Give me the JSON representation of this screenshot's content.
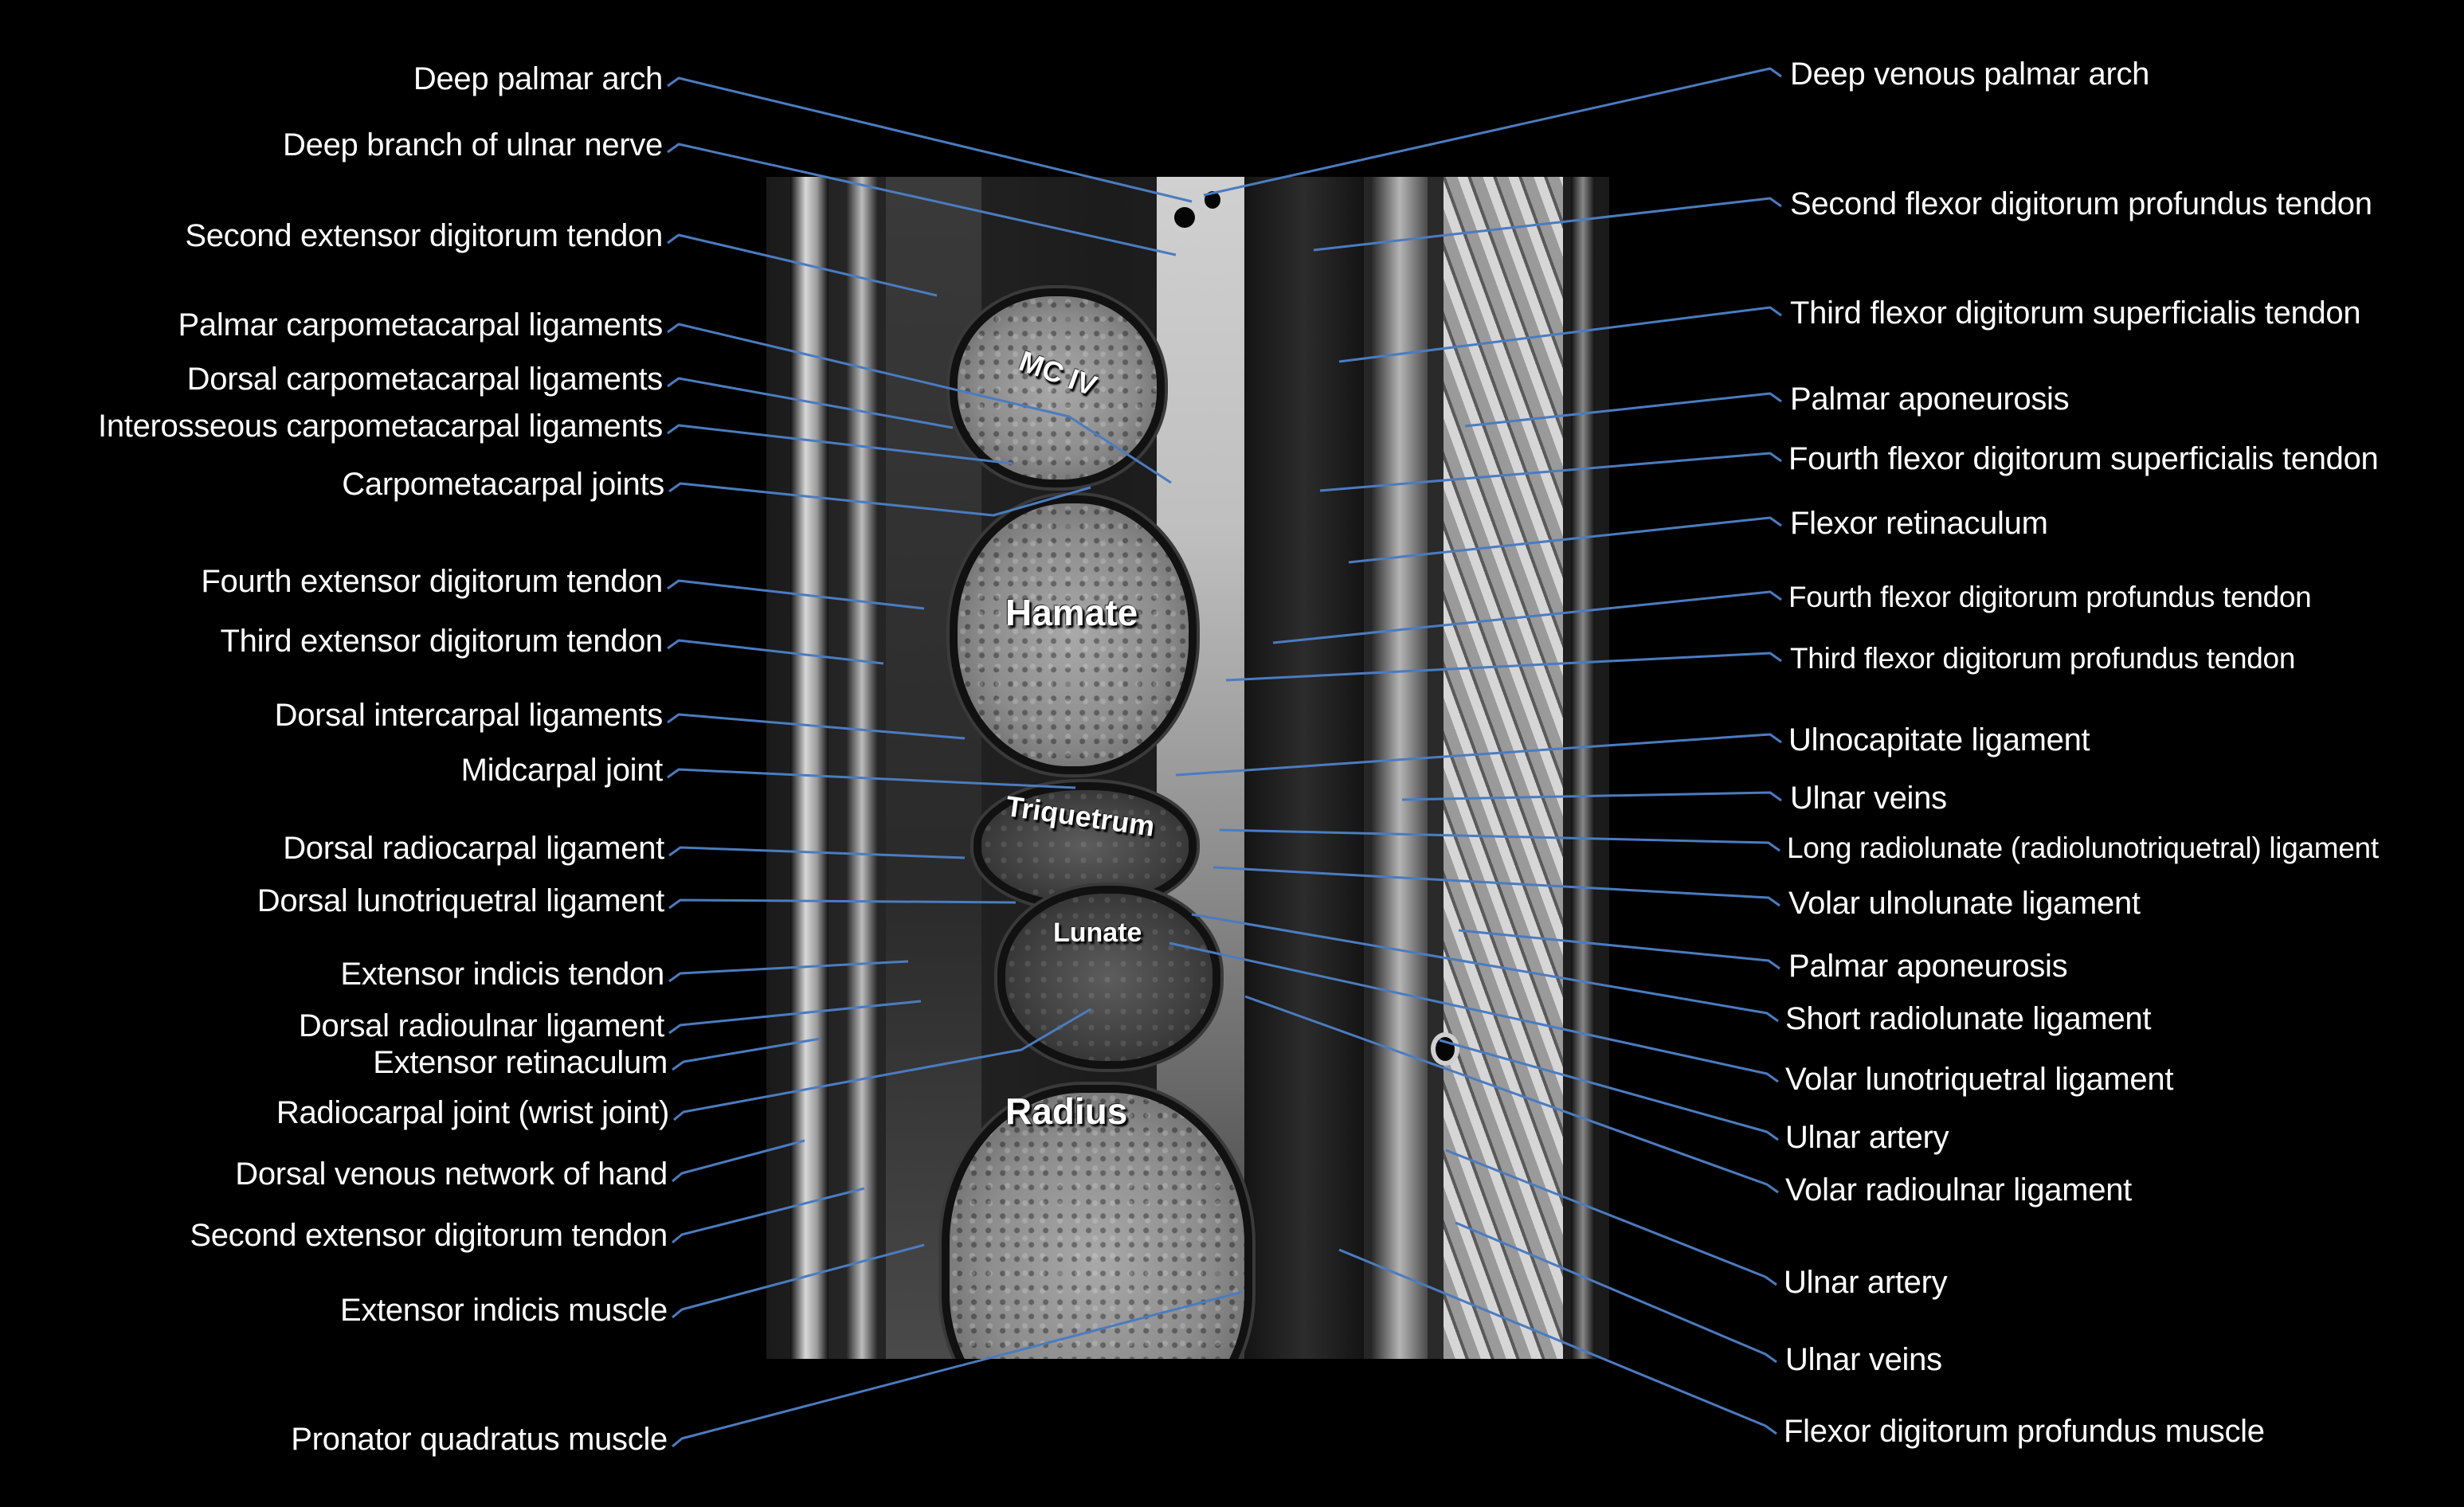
{
  "figure": {
    "description": "Sagittal MRI of the wrist with anatomical labels",
    "leader_color": "#4a7cc0",
    "background_color": "#000000",
    "text_color": "#ffffff"
  },
  "bone_labels": [
    {
      "id": "mc4",
      "text": "MC IV"
    },
    {
      "id": "hamate",
      "text": "Hamate"
    },
    {
      "id": "triquetrum",
      "text": "Triquetrum"
    },
    {
      "id": "lunate",
      "text": "Lunate"
    },
    {
      "id": "radius",
      "text": "Radius"
    }
  ],
  "left_labels": [
    {
      "text": "Deep palmar arch"
    },
    {
      "text": "Deep branch of ulnar nerve"
    },
    {
      "text": "Second extensor digitorum tendon"
    },
    {
      "text": "Palmar carpometacarpal ligaments"
    },
    {
      "text": "Dorsal carpometacarpal ligaments"
    },
    {
      "text": "Interosseous carpometacarpal ligaments"
    },
    {
      "text": "Carpometacarpal joints"
    },
    {
      "text": "Fourth extensor digitorum tendon"
    },
    {
      "text": "Third extensor digitorum tendon"
    },
    {
      "text": "Dorsal intercarpal ligaments"
    },
    {
      "text": "Midcarpal joint"
    },
    {
      "text": "Dorsal radiocarpal ligament"
    },
    {
      "text": "Dorsal lunotriquetral ligament"
    },
    {
      "text": "Extensor indicis tendon"
    },
    {
      "text": "Dorsal radioulnar ligament"
    },
    {
      "text": "Extensor retinaculum"
    },
    {
      "text": "Radiocarpal joint (wrist joint)"
    },
    {
      "text": "Dorsal venous network of hand"
    },
    {
      "text": "Second extensor digitorum tendon"
    },
    {
      "text": "Extensor indicis muscle"
    },
    {
      "text": "Pronator quadratus muscle"
    }
  ],
  "right_labels": [
    {
      "text": "Deep venous palmar arch"
    },
    {
      "text": "Second flexor digitorum profundus tendon"
    },
    {
      "text": "Third flexor digitorum superficialis tendon"
    },
    {
      "text": "Palmar aponeurosis"
    },
    {
      "text": "Fourth flexor digitorum superficialis tendon"
    },
    {
      "text": "Flexor retinaculum"
    },
    {
      "text": "Fourth flexor digitorum profundus tendon"
    },
    {
      "text": "Third flexor digitorum profundus tendon"
    },
    {
      "text": "Ulnocapitate ligament"
    },
    {
      "text": "Ulnar veins"
    },
    {
      "text": "Long radiolunate (radiolunotriquetral) ligament"
    },
    {
      "text": "Volar ulnolunate ligament"
    },
    {
      "text": "Palmar aponeurosis"
    },
    {
      "text": "Short radiolunate ligament"
    },
    {
      "text": "Volar lunotriquetral ligament"
    },
    {
      "text": "Ulnar artery"
    },
    {
      "text": "Volar radioulnar ligament"
    },
    {
      "text": "Ulnar artery"
    },
    {
      "text": "Ulnar veins"
    },
    {
      "text": "Flexor digitorum profundus muscle"
    }
  ]
}
